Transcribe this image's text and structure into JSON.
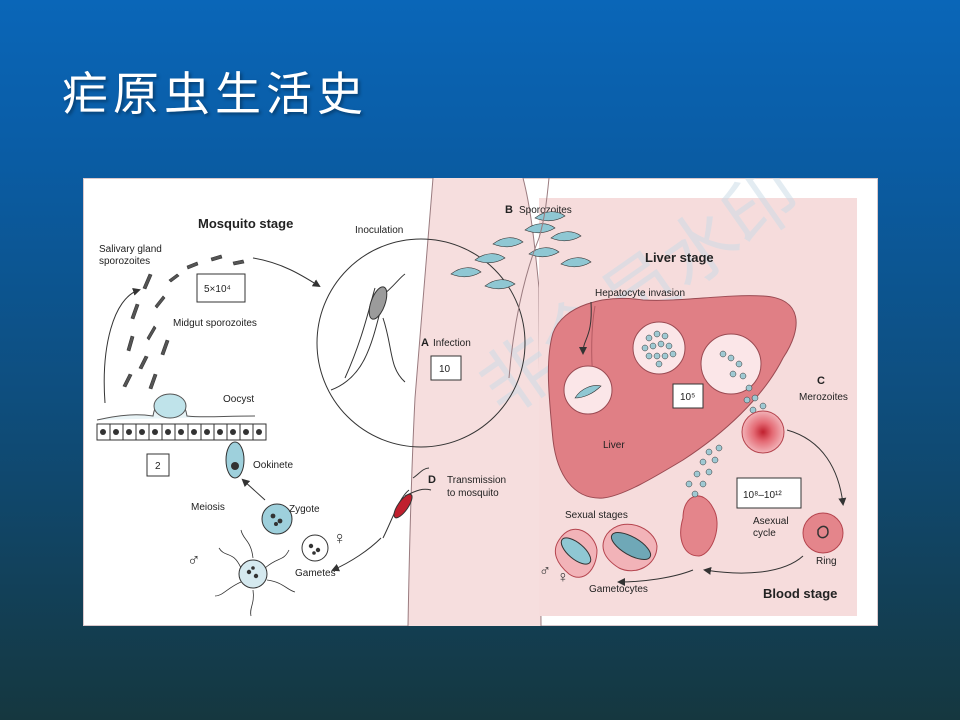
{
  "slide": {
    "title": "疟原虫生活史"
  },
  "diagram": {
    "mosquito_stage": "Mosquito stage",
    "liver_stage": "Liver stage",
    "blood_stage": "Blood stage",
    "salivary_gland": [
      "Salivary gland",
      "sporozoites"
    ],
    "count_mosquito": "5×10⁴",
    "midgut": "Midgut sporozoites",
    "oocyst": "Oocyst",
    "box_2": "2",
    "ookinete": "Ookinete",
    "meiosis": "Meiosis",
    "zygote": "Zygote",
    "gametes": "Gametes",
    "inoculation": "Inoculation",
    "letter_a": "A",
    "infection": "Infection",
    "count_infection": "10",
    "letter_b": "B",
    "sporozoites": "Sporozoites",
    "hepatocyte_invasion": "Hepatocyte invasion",
    "liver": "Liver",
    "count_liver": "10⁵",
    "letter_c": "C",
    "merozoites": "Merozoites",
    "count_blood": "10⁸–10¹²",
    "asexual_cycle": [
      "Asexual",
      "cycle"
    ],
    "ring": "Ring",
    "letter_d": "D",
    "transmission": [
      "Transmission",
      "to mosquito"
    ],
    "sexual_stages": "Sexual stages",
    "gametocytes": "Gametocytes",
    "male_symbol": "♂",
    "female_symbol": "♀",
    "watermark": "非会员水印"
  },
  "colors": {
    "background_top": "#0a66b8",
    "background_bottom": "#15373f",
    "body_skin": "#f6dede",
    "liver_fill": "#e07f85",
    "cell_fill": "#e4858b"
  }
}
